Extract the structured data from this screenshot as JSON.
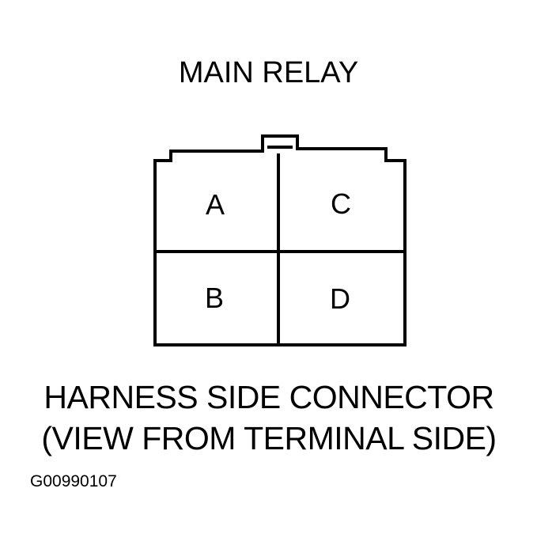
{
  "title": "MAIN RELAY",
  "pins": {
    "a": "A",
    "b": "B",
    "c": "C",
    "d": "D"
  },
  "caption": {
    "line1": "HARNESS SIDE CONNECTOR",
    "line2": "(VIEW FROM TERMINAL SIDE)"
  },
  "figure_id": "G00990107",
  "colors": {
    "ink": "#000000",
    "background": "#ffffff"
  }
}
